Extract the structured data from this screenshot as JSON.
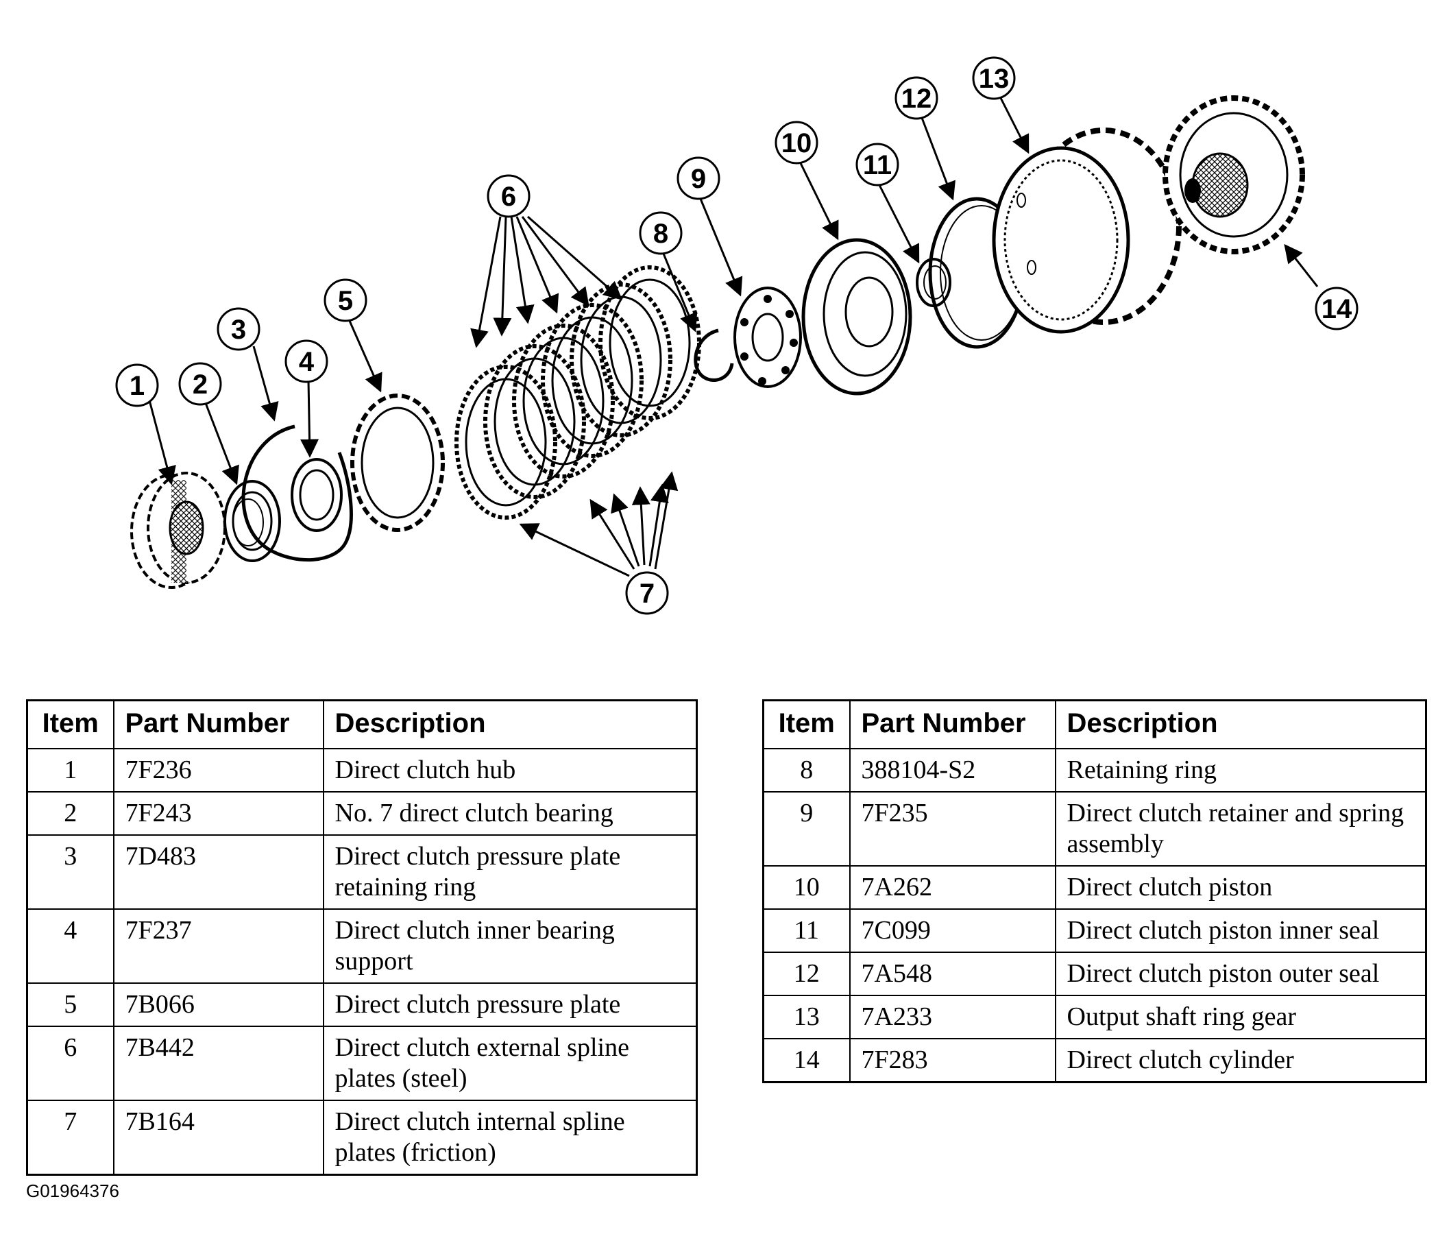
{
  "callouts": [
    {
      "label": "1"
    },
    {
      "label": "2"
    },
    {
      "label": "3"
    },
    {
      "label": "4"
    },
    {
      "label": "5"
    },
    {
      "label": "6"
    },
    {
      "label": "7"
    },
    {
      "label": "8"
    },
    {
      "label": "9"
    },
    {
      "label": "10"
    },
    {
      "label": "11"
    },
    {
      "label": "12"
    },
    {
      "label": "13"
    },
    {
      "label": "14"
    }
  ],
  "table_headers": {
    "item": "Item",
    "part_number": "Part Number",
    "description": "Description"
  },
  "table_left": [
    {
      "item": "1",
      "part": "7F236",
      "desc": "Direct clutch hub"
    },
    {
      "item": "2",
      "part": "7F243",
      "desc": "No. 7 direct clutch bearing"
    },
    {
      "item": "3",
      "part": "7D483",
      "desc": "Direct clutch pressure plate retaining ring"
    },
    {
      "item": "4",
      "part": "7F237",
      "desc": "Direct clutch inner bearing support"
    },
    {
      "item": "5",
      "part": "7B066",
      "desc": "Direct clutch pressure plate"
    },
    {
      "item": "6",
      "part": "7B442",
      "desc": "Direct clutch external spline plates (steel)"
    },
    {
      "item": "7",
      "part": "7B164",
      "desc": "Direct clutch internal spline plates (friction)"
    }
  ],
  "table_right": [
    {
      "item": "8",
      "part": "388104-S2",
      "desc": "Retaining ring"
    },
    {
      "item": "9",
      "part": "7F235",
      "desc": "Direct clutch retainer and spring assembly"
    },
    {
      "item": "10",
      "part": "7A262",
      "desc": "Direct clutch piston"
    },
    {
      "item": "11",
      "part": "7C099",
      "desc": "Direct clutch piston inner seal"
    },
    {
      "item": "12",
      "part": "7A548",
      "desc": "Direct clutch piston outer seal"
    },
    {
      "item": "13",
      "part": "7A233",
      "desc": "Output shaft ring gear"
    },
    {
      "item": "14",
      "part": "7F283",
      "desc": "Direct clutch cylinder"
    }
  ],
  "figure_id": "G01964376"
}
